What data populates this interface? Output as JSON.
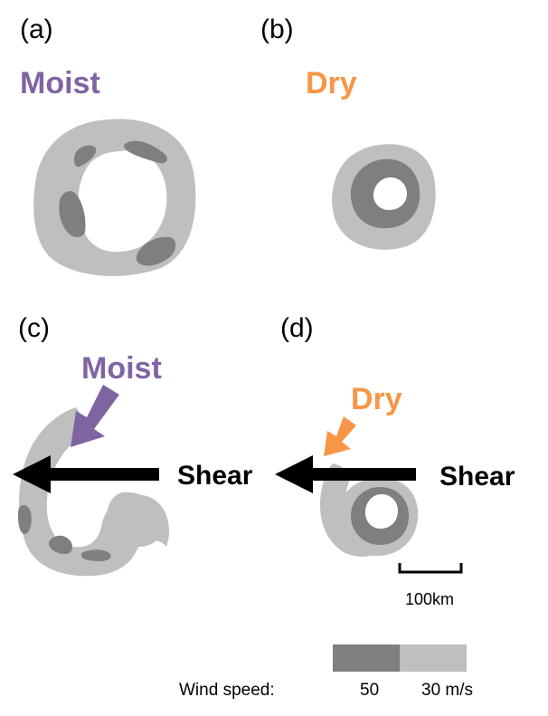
{
  "panels": {
    "a": {
      "label": "(a)",
      "condition": "Moist"
    },
    "b": {
      "label": "(b)",
      "condition": "Dry"
    },
    "c": {
      "label": "(c)",
      "condition": "Moist",
      "shear": "Shear"
    },
    "d": {
      "label": "(d)",
      "condition": "Dry",
      "shear": "Shear"
    }
  },
  "scale_bar": {
    "label": "100km"
  },
  "legend": {
    "title": "Wind speed:",
    "items": [
      {
        "value": "50",
        "color": "#7f7f7f"
      },
      {
        "value": "30 m/s",
        "color": "#bfbfbf"
      }
    ]
  },
  "colors": {
    "moist": "#8064a2",
    "dry": "#f79646",
    "light_gray": "#bfbfbf",
    "dark_gray": "#7f7f7f",
    "arrow": "#000000"
  }
}
